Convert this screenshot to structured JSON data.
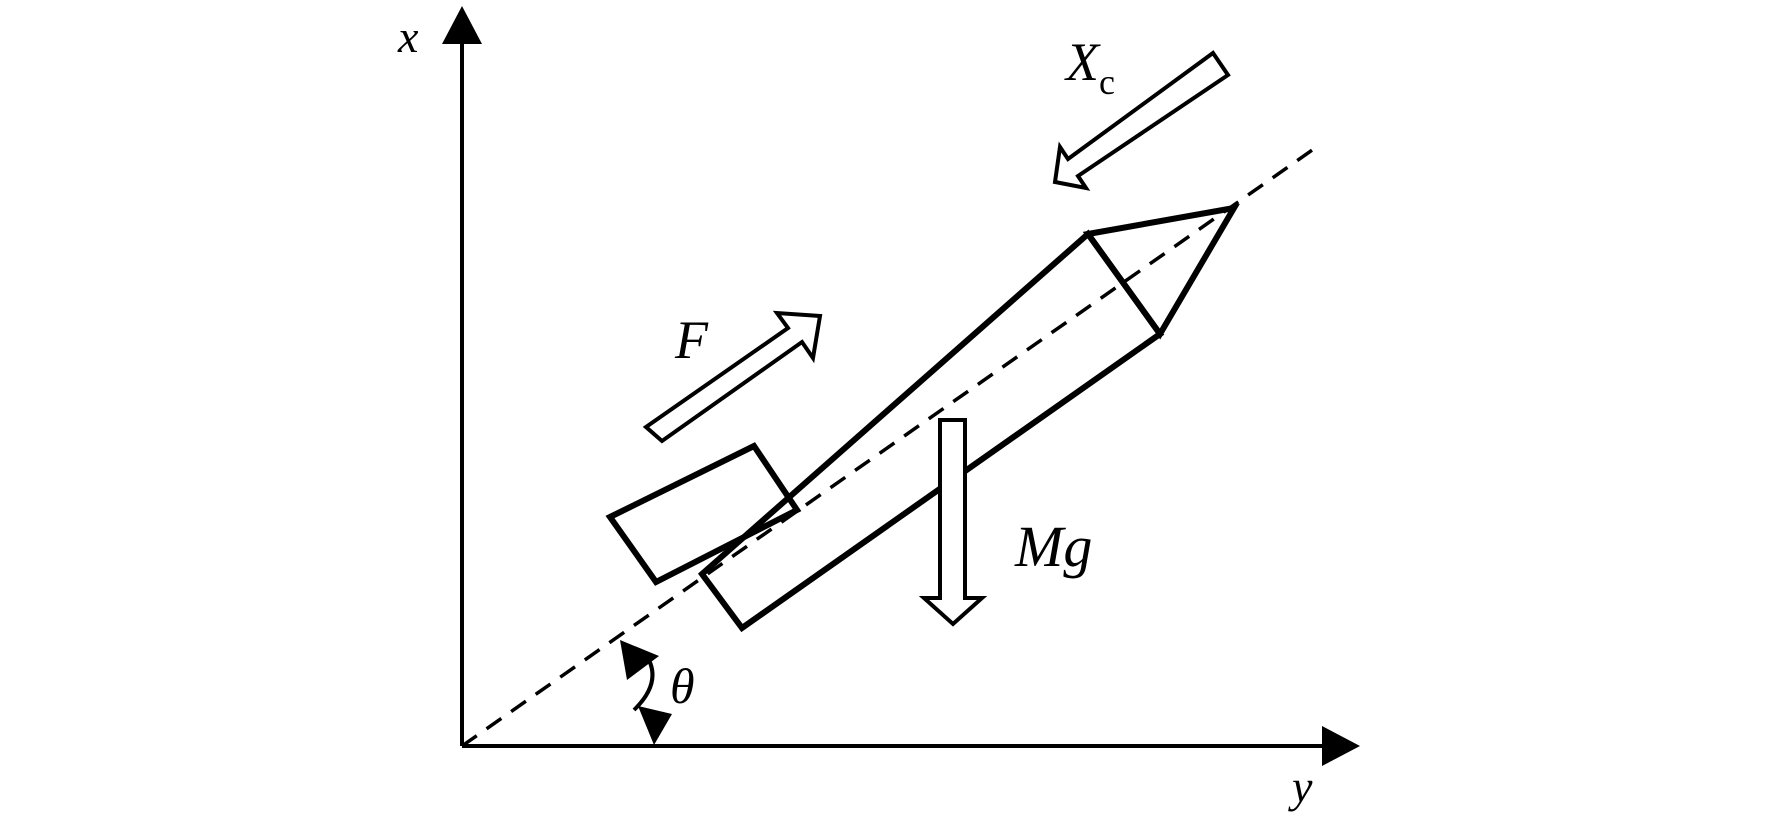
{
  "labels": {
    "x_axis": "x",
    "y_axis": "y",
    "angle": "θ",
    "force": "F",
    "drag_main": "X",
    "drag_sub": "c",
    "weight": "Mg"
  },
  "colors": {
    "stroke": "#000000",
    "background": "#ffffff"
  }
}
